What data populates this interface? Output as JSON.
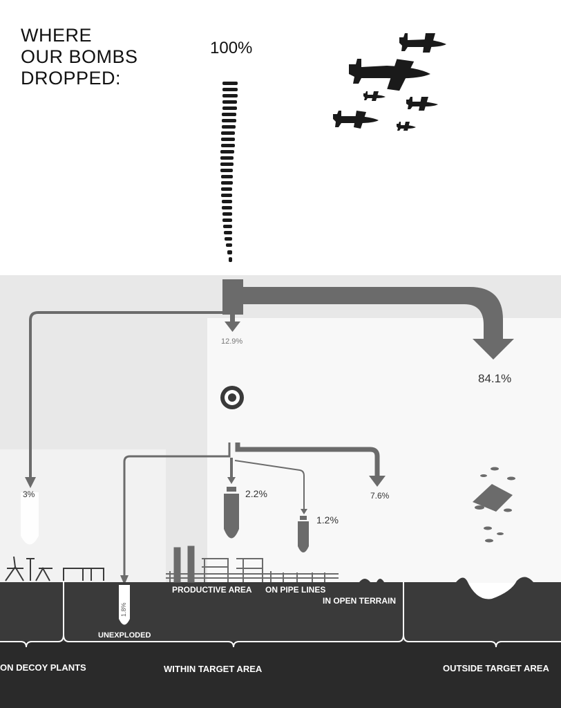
{
  "title": "WHERE\nOUR BOMBS\nDROPPED:",
  "total_label": "100%",
  "flows": {
    "decoy": "3%",
    "target": "12.9%",
    "outside": "84.1%",
    "unexploded_pct": "1.8%",
    "productive": "2.2%",
    "pipe": "1.2%",
    "terrain": "7.6%"
  },
  "ground_labels": {
    "unexploded": "UNEXPLODED",
    "productive": "PRODUCTIVE AREA",
    "pipe": "ON PIPE LINES",
    "terrain": "IN OPEN TERRAIN"
  },
  "bottom_labels": {
    "decoy": "ON DECOY PLANTS",
    "within": "WITHIN TARGET AREA",
    "outside": "OUTSIDE TARGET AREA"
  },
  "colors": {
    "arrow": "#6b6b6b",
    "ground": "#3a3a3a",
    "sky_shade": "#e6e6e6",
    "planes": "#1a1a1a"
  }
}
